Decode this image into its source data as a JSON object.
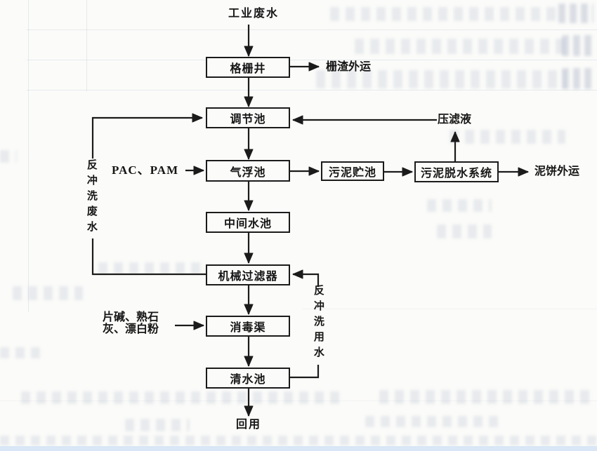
{
  "page": {
    "kind": "scanned flowchart page",
    "paper_color": "#fbfbf9",
    "line_color": "#1b1b1b",
    "bottom_strip_color": "#d8e6f5"
  },
  "diagram": {
    "type": "process-flowchart",
    "nodes": {
      "grid_well": {
        "label": "格栅井"
      },
      "regulation_tank": {
        "label": "调节池"
      },
      "flotation_tank": {
        "label": "气浮池"
      },
      "intermediate_tank": {
        "label": "中间水池"
      },
      "mechanical_filter": {
        "label": "机械过滤器"
      },
      "disinfection_channel": {
        "label": "消毒渠"
      },
      "clear_water_tank": {
        "label": "清水池"
      },
      "sludge_storage_tank": {
        "label": "污泥贮池"
      },
      "sludge_dewatering": {
        "label": "污泥脱水系统"
      }
    },
    "labels": {
      "industrial_wastewater": "工业废水",
      "grid_slag_out": "栅渣外运",
      "press_filtrate": "压滤液",
      "pac_pam": "PAC、PAM",
      "mud_cake_out": "泥饼外运",
      "backwash_wastewater": "反冲洗废水",
      "backwash_supply_water": "反冲洗用水",
      "chemicals_line1": "片碱、熟石",
      "chemicals_line2": "灰、漂白粉",
      "reuse": "回用"
    },
    "edges": [
      {
        "from": "工业废水",
        "to": "格栅井"
      },
      {
        "from": "格栅井",
        "to": "栅渣外运"
      },
      {
        "from": "格栅井",
        "to": "调节池"
      },
      {
        "from": "压滤液",
        "to": "调节池"
      },
      {
        "from": "污泥脱水系统",
        "to": "压滤液"
      },
      {
        "from": "调节池",
        "to": "气浮池"
      },
      {
        "from": "PAC、PAM",
        "to": "气浮池"
      },
      {
        "from": "气浮池",
        "to": "污泥贮池"
      },
      {
        "from": "污泥贮池",
        "to": "污泥脱水系统"
      },
      {
        "from": "污泥脱水系统",
        "to": "泥饼外运"
      },
      {
        "from": "气浮池",
        "to": "中间水池"
      },
      {
        "from": "中间水池",
        "to": "机械过滤器"
      },
      {
        "from": "机械过滤器",
        "to": "调节池",
        "label": "反冲洗废水"
      },
      {
        "from": "清水池",
        "to": "机械过滤器",
        "label": "反冲洗用水"
      },
      {
        "from": "机械过滤器",
        "to": "消毒渠"
      },
      {
        "from": "片碱、熟石灰、漂白粉",
        "to": "消毒渠"
      },
      {
        "from": "消毒渠",
        "to": "清水池"
      },
      {
        "from": "清水池",
        "to": "回用"
      }
    ]
  }
}
